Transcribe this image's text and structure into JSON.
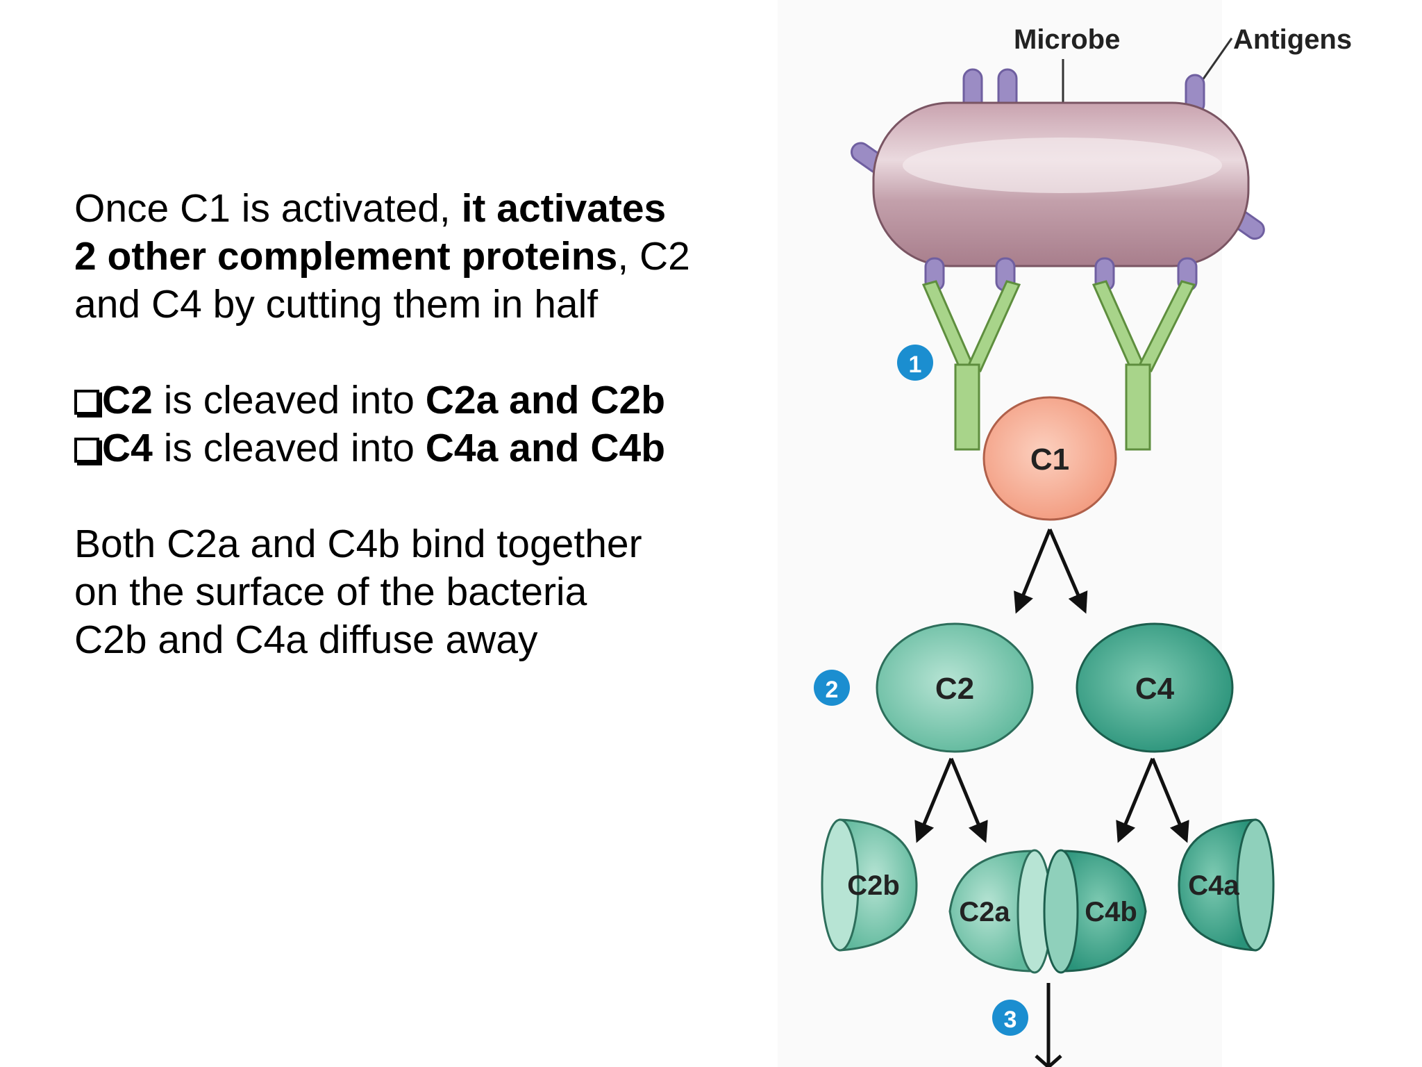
{
  "text": {
    "p1_plain1": "Once C1 is activated, ",
    "p1_bold1": "it activates",
    "p1_bold2": "2 other complement proteins",
    "p1_plain2": ", C2",
    "p1_plain3": "and C4 by cutting them in half",
    "b1_bold1": "C2",
    "b1_plain": " is cleaved into ",
    "b1_bold2": "C2a and C2b",
    "b2_bold1": "C4",
    "b2_plain": " is cleaved into ",
    "b2_bold2": "C4a and C4b",
    "p2_line1": "Both C2a and C4b bind together",
    "p2_line2": "on the surface of the bacteria",
    "p2_line3": "C2b and C4a diffuse away"
  },
  "diagram": {
    "microbe_label": "Microbe",
    "antigens_label": "Antigens",
    "c1_label": "C1",
    "c2_label": "C2",
    "c4_label": "C4",
    "c2b_label": "C2b",
    "c2a_label": "C2a",
    "c4b_label": "C4b",
    "c4a_label": "C4a",
    "step1": "1",
    "step2": "2",
    "step3": "3",
    "colors": {
      "microbe": "#b58a98",
      "antigen": "#9b8cc4",
      "antibody": "#a8d48a",
      "c1": "#f5a48a",
      "c2": "#7cc8b0",
      "c4": "#3aa38a",
      "step_circle": "#1b8ed0"
    }
  }
}
